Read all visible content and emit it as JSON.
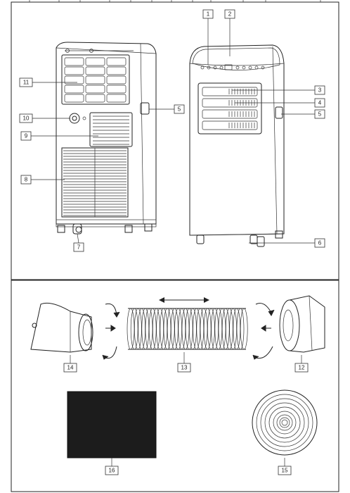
{
  "callouts": {
    "c1": "1",
    "c2": "2",
    "c3": "3",
    "c4": "4",
    "c5_back": "5",
    "c5_front": "5",
    "c6": "6",
    "c7": "7",
    "c8": "8",
    "c9": "9",
    "c10": "10",
    "c11": "11",
    "c12": "12",
    "c13": "13",
    "c14": "14",
    "c15": "15",
    "c16": "16"
  },
  "colors": {
    "stroke": "#222222",
    "filter_pad": "#1c1c1c",
    "background": "#ffffff"
  }
}
